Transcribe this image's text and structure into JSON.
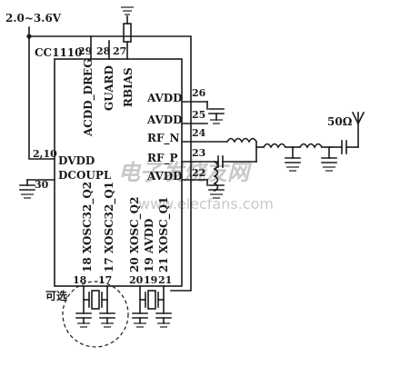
{
  "supply": "2.0~3.6V",
  "chip": "CC1110",
  "antenna_ohm": "50Ω",
  "optional": "可选",
  "watermark": {
    "cn": "电子发烧友网",
    "url": "www.elecfans.com"
  },
  "pins": {
    "p29": "29",
    "p28": "28",
    "p27": "27",
    "p26": "26",
    "p25": "25",
    "p24": "24",
    "p23": "23",
    "p22": "22",
    "p210": "2,10",
    "p30": "30",
    "p18": "18",
    "p17": "17",
    "p20": "20",
    "p19": "19",
    "p21": "21"
  },
  "labels": {
    "acdd_dreg": "ACDD_DREG",
    "guard": "GUARD",
    "rbias": "RBIAS",
    "avdd_26": "AVDD",
    "avdd_25": "AVDD",
    "rf_n": "RF_N",
    "rf_p": "RF_P",
    "avdd_22": "AVDD",
    "dvdd": "DVDD",
    "dcoupl": "DCOUPL",
    "xosc32_q2": "18 XOSC32_Q2",
    "xosc32_q1": "17 XOSC32_Q1",
    "xosc_q2": "20 XOSC_Q2",
    "avdd_19": "19 AVDD",
    "xosc_q1": "21 XOSC_Q1"
  }
}
